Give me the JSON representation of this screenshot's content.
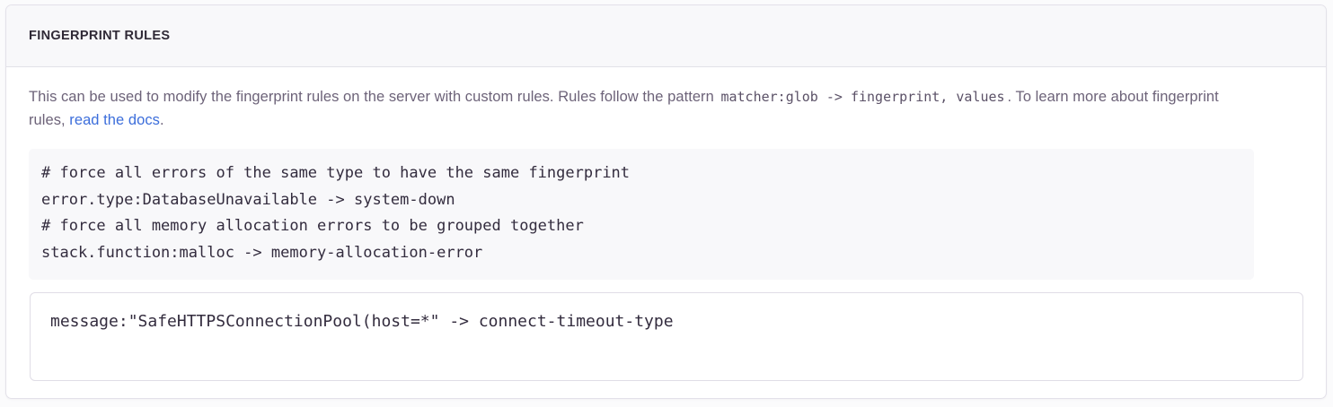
{
  "panel": {
    "title": "FINGERPRINT RULES",
    "description": {
      "before_code": "This can be used to modify the fingerprint rules on the server with custom rules. Rules follow the pattern ",
      "inline_code": "matcher:glob -> fingerprint, values",
      "after_code": ". To learn more about fingerprint rules, ",
      "link_label": "read the docs",
      "after_link": "."
    },
    "example_code": "# force all errors of the same type to have the same fingerprint\nerror.type:DatabaseUnavailable -> system-down\n# force all memory allocation errors to be grouped together\nstack.function:malloc -> memory-allocation-error",
    "rule_editor": {
      "value": "message:\"SafeHTTPSConnectionPool(host=*\" -> connect-timeout-type",
      "placeholder": ""
    }
  },
  "colors": {
    "page_background": "#fbfbfc",
    "panel_background": "#ffffff",
    "panel_border": "#e3e1e9",
    "header_background": "#f8f8fa",
    "header_divider": "#e1e1e8",
    "title_text": "#2f2936",
    "body_text": "#6d6379",
    "code_text": "#332c3e",
    "code_block_background": "#f8f8fa",
    "link": "#3c6edb",
    "input_border": "#e0dde6"
  }
}
